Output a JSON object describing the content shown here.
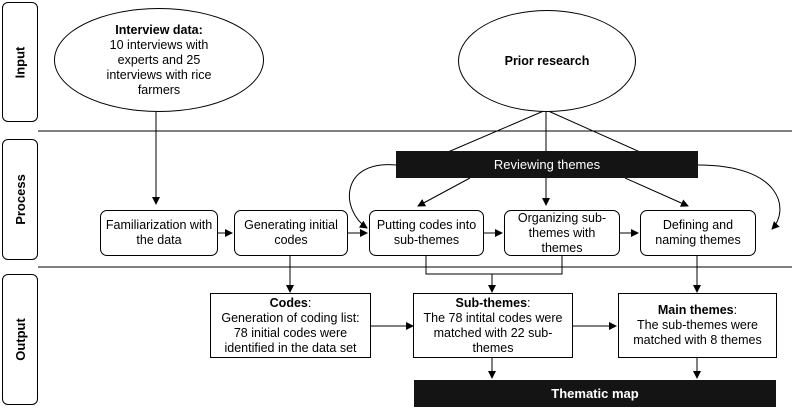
{
  "stages": {
    "input": "Input",
    "process": "Process",
    "output": "Output"
  },
  "input": {
    "interview_title": "Interview data:",
    "interview_line1": "10 interviews with",
    "interview_line2": "experts and 25",
    "interview_line3": "interviews with rice",
    "interview_line4": "farmers",
    "prior_research": "Prior research"
  },
  "process": {
    "reviewing_themes": "Reviewing themes",
    "familiarization": "Familiarization with the data",
    "generating": "Generating initial codes",
    "putting": "Putting codes into sub-themes",
    "organizing": "Organizing sub-themes with themes",
    "defining": "Defining and naming themes"
  },
  "output": {
    "codes_title": "Codes",
    "codes_colon": ":",
    "codes_line1": "Generation of coding list:",
    "codes_line2": "78 initial codes were",
    "codes_line3": "identified in the data set",
    "sub_title": "Sub-themes",
    "sub_colon": ":",
    "sub_line1": "The 78 intital codes were",
    "sub_line2": "matched with 22 sub-",
    "sub_line3": "themes",
    "main_title": "Main themes",
    "main_colon": ":",
    "main_line1": "The sub-themes were",
    "main_line2": "matched with 8 themes",
    "thematic_map": "Thematic map"
  }
}
